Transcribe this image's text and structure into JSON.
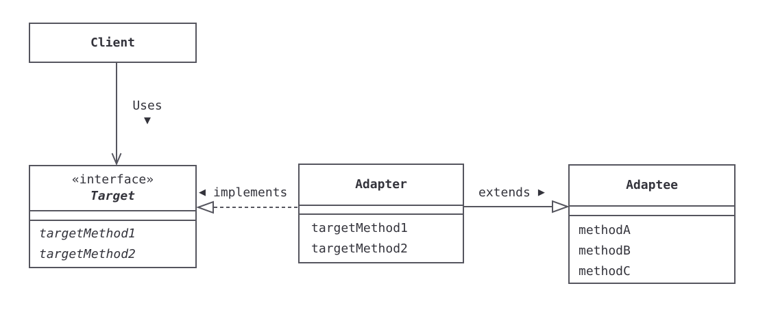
{
  "diagram": {
    "type": "uml-class-diagram",
    "background": "#ffffff",
    "line_color": "#55555e",
    "text_color": "#33333b"
  },
  "classes": {
    "client": {
      "name": "Client"
    },
    "target": {
      "stereotype": "«interface»",
      "name": "Target",
      "methods": [
        "targetMethod1",
        "targetMethod2"
      ]
    },
    "adapter": {
      "name": "Adapter",
      "methods": [
        "targetMethod1",
        "targetMethod2"
      ]
    },
    "adaptee": {
      "name": "Adaptee",
      "methods": [
        "methodA",
        "methodB",
        "methodC"
      ]
    }
  },
  "relations": {
    "uses": {
      "label": "Uses",
      "marker": "▼",
      "style": "solid-open-arrow"
    },
    "implements": {
      "label": "implements",
      "marker": "◀",
      "style": "dashed-hollow-triangle"
    },
    "extends": {
      "label": "extends",
      "marker": "▶",
      "style": "solid-hollow-triangle"
    }
  }
}
